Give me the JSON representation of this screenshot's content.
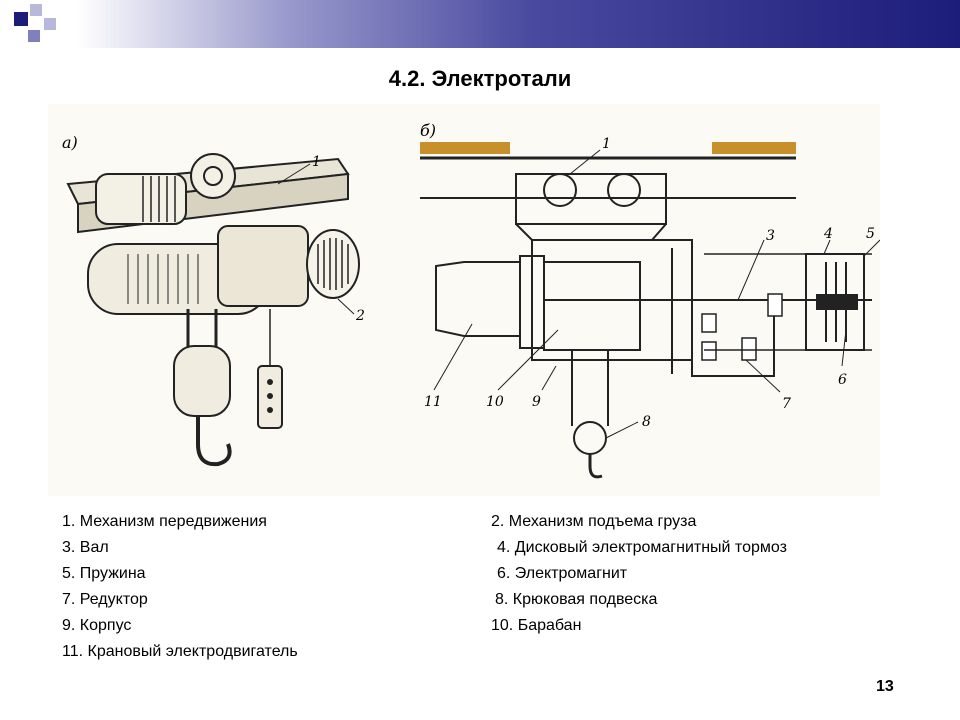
{
  "slide": {
    "title": "4.2. Электротали",
    "page_number": "13"
  },
  "figure_a": {
    "label": "a)",
    "callouts": [
      "1",
      "2"
    ]
  },
  "figure_b": {
    "label": "б)",
    "callouts": [
      "1",
      "3",
      "4",
      "5",
      "6",
      "7",
      "8",
      "9",
      "10",
      "11"
    ]
  },
  "legend": {
    "left": [
      "1. Механизм передвижения",
      "3. Вал",
      "5. Пружина",
      "7. Редуктор",
      "9. Корпус",
      "11. Крановый электродвигатель"
    ],
    "right": [
      "2. Механизм подъема груза",
      "4. Дисковый электромагнитный тормоз",
      "6. Электромагнит",
      "8. Крюковая подвеска",
      "10. Барабан"
    ]
  },
  "colors": {
    "header_dark": "#1c1c7a",
    "header_mid": "#4a4aa0",
    "square_accent": "#3a3a90",
    "rail_hatch": "#c8902a",
    "line_art": "#222222"
  }
}
